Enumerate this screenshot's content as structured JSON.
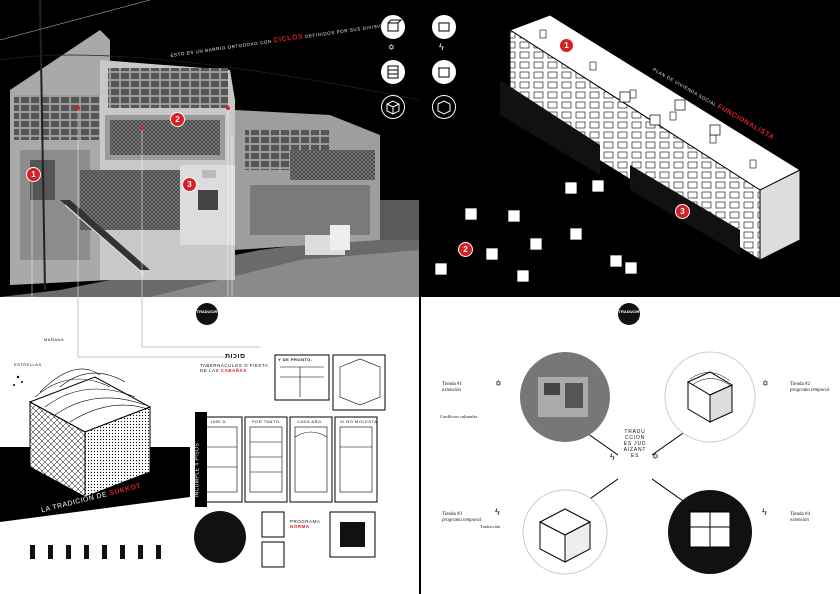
{
  "top_left": {
    "caption_prefix": "ESTO ES UN BARRIO ORTODOXO CON",
    "caption_highlight": "CICLOS",
    "caption_suffix": "DEFINIDOS POR SUS DIVISIONES",
    "pins": [
      "1",
      "2",
      "3"
    ]
  },
  "top_right": {
    "caption_prefix": "PLAN DE VIVIENDA SOCIAL",
    "caption_highlight": "FUNCIONALISTA",
    "pins": [
      "1",
      "2",
      "3"
    ]
  },
  "bottom_left": {
    "badge": "TRADUCIR",
    "heading_hebrew": "סוכות",
    "heading_title": "TABERNÁCULOS O FIESTA DE LAS",
    "heading_highlight": "CABAÑAS",
    "side_title": "LA TRADICIÓN DE",
    "side_highlight": "SUKKOT",
    "panel_labels": [
      "Y DE PRONTO.",
      "1980 D.",
      "POR TANTO.",
      "CADA AÑO.",
      "SI NO MOLESTA."
    ],
    "vertical_label": "INCUMPLE 4 PISOS",
    "program_label": "PROGRAMA",
    "program_highlight": "NORMA",
    "stars_label": "ESTRELLAS",
    "morning_label": "MAÑANA"
  },
  "bottom_right": {
    "badge": "TRADUCIR",
    "center_label": "TRADUCCIONES JUDAIZANTES",
    "labels": [
      "Tienda #1",
      "Tienda #2",
      "Tienda #3",
      "Tienda #4"
    ],
    "sublabels": [
      "extensión",
      "programa temporal",
      "programa temporal",
      "extensión"
    ],
    "caption_left": "Conflictos culturales",
    "caption_bottom": "Traducción"
  },
  "colors": {
    "accent": "#d42027",
    "black": "#000000",
    "white": "#ffffff"
  },
  "icons": [
    "star-of-david-icon",
    "lightning-icon",
    "building-icon",
    "cube-icon"
  ]
}
